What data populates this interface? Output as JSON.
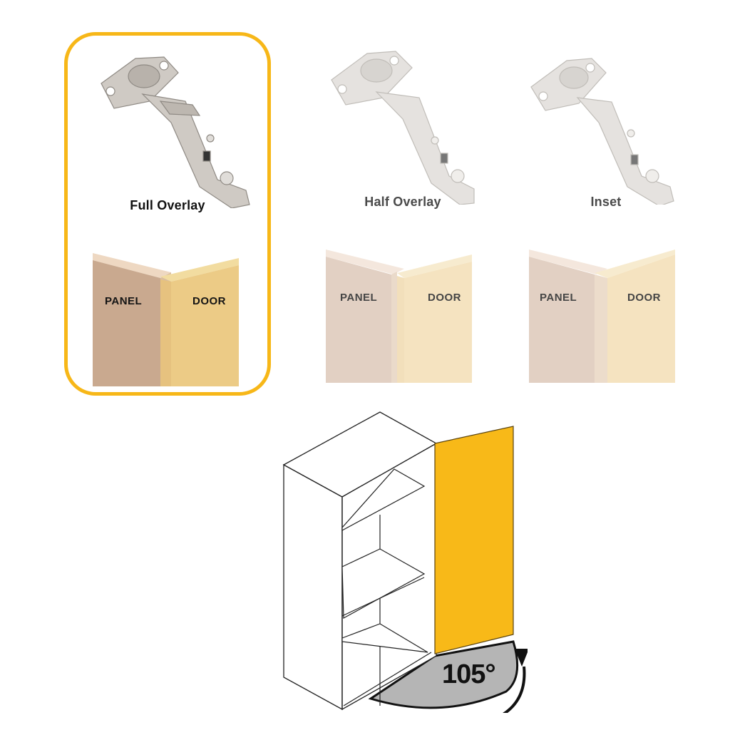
{
  "colors": {
    "accent": "#f7b718",
    "door_fill": "#f8b918",
    "panel_wood": "#c9a98f",
    "door_wood": "#eccb86",
    "angle_shade": "#b5b5b5"
  },
  "options": [
    {
      "title": "Full Overlay",
      "selected": true,
      "panel_label": "PANEL",
      "door_label": "DOOR"
    },
    {
      "title": "Half Overlay",
      "selected": false,
      "panel_label": "PANEL",
      "door_label": "DOOR"
    },
    {
      "title": "Inset",
      "selected": false,
      "panel_label": "PANEL",
      "door_label": "DOOR"
    }
  ],
  "cabinet": {
    "opening_angle": "105°",
    "icon": "cabinet-open-door-diagram"
  }
}
